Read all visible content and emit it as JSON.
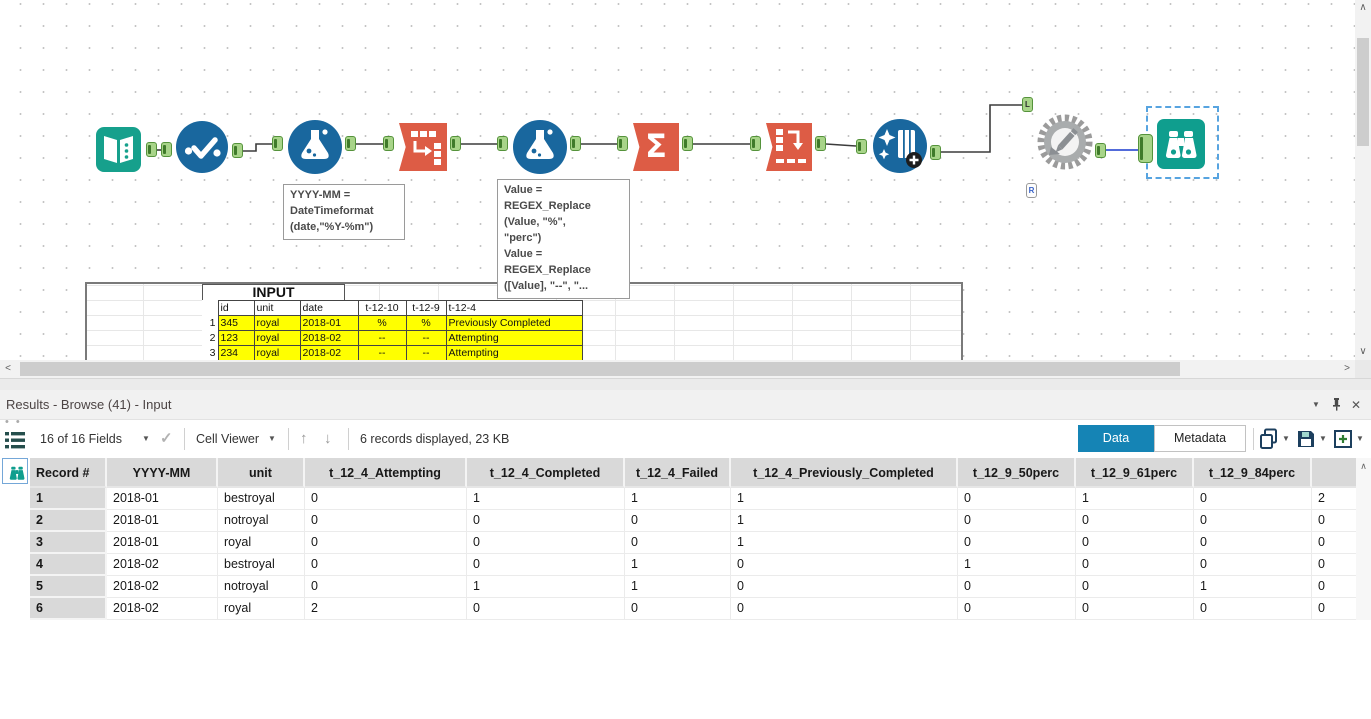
{
  "canvas": {
    "annotations": {
      "formula1": "YYYY-MM =\nDateTimeformat\n(date,\"%Y-%m\")",
      "formula2": "Value =\nREGEX_Replace\n(Value, \"%\",\n\"perc\")\nValue =\nREGEX_Replace\n([Value], \"--\", \"..."
    },
    "macro_inputs": {
      "left": "L",
      "right": "R"
    },
    "input_table": {
      "title": "INPUT",
      "headers": [
        "id",
        "unit",
        "date",
        "t-12-10",
        "t-12-9",
        "t-12-4"
      ],
      "rows": [
        {
          "n": "1",
          "cells": [
            "345",
            "royal",
            "2018-01",
            "%",
            "%",
            "Previously Completed"
          ]
        },
        {
          "n": "2",
          "cells": [
            "123",
            "royal",
            "2018-02",
            "--",
            "--",
            "Attempting"
          ]
        },
        {
          "n": "3",
          "cells": [
            "234",
            "royal",
            "2018-02",
            "--",
            "--",
            "Attempting"
          ]
        }
      ],
      "highlight_color": "#ffff00"
    }
  },
  "results": {
    "title": "Results - Browse (41) - Input",
    "toolbar": {
      "fields_dropdown": "16 of 16 Fields",
      "cell_viewer_dropdown": "Cell Viewer",
      "records_summary": "6 records displayed, 23 KB"
    },
    "tabs": {
      "data": "Data",
      "metadata": "Metadata"
    },
    "grid": {
      "headers": [
        "Record #",
        "YYYY-MM",
        "unit",
        "t_12_4_Attempting",
        "t_12_4_Completed",
        "t_12_4_Failed",
        "t_12_4_Previously_Completed",
        "t_12_9_50perc",
        "t_12_9_61perc",
        "t_12_9_84perc",
        ""
      ],
      "rows": [
        [
          "1",
          "2018-01",
          "bestroyal",
          "0",
          "1",
          "1",
          "1",
          "0",
          "1",
          "0",
          "2"
        ],
        [
          "2",
          "2018-01",
          "notroyal",
          "0",
          "0",
          "0",
          "1",
          "0",
          "0",
          "0",
          "0"
        ],
        [
          "3",
          "2018-01",
          "royal",
          "0",
          "0",
          "0",
          "1",
          "0",
          "0",
          "0",
          "0"
        ],
        [
          "4",
          "2018-02",
          "bestroyal",
          "0",
          "0",
          "1",
          "0",
          "1",
          "0",
          "0",
          "0"
        ],
        [
          "5",
          "2018-02",
          "notroyal",
          "0",
          "1",
          "1",
          "0",
          "0",
          "0",
          "1",
          "0"
        ],
        [
          "6",
          "2018-02",
          "royal",
          "2",
          "0",
          "0",
          "0",
          "0",
          "0",
          "0",
          "0"
        ]
      ]
    }
  },
  "icons": {
    "dropdown": "▼",
    "check": "✓",
    "up": "↑",
    "down": "↓",
    "close": "✕",
    "sigma": "Σ",
    "ellipsis": "• • •",
    "scroll_up": "∧",
    "scroll_down": "∨",
    "scroll_left": "<",
    "scroll_right": ">"
  },
  "colors": {
    "accent_blue": "#1584b5",
    "tool_teal": "#16a08c",
    "tool_blue": "#19679e",
    "tool_orange": "#dd5c45",
    "highlight_yellow": "#ffff00",
    "selection_blue": "#57a4e0"
  }
}
